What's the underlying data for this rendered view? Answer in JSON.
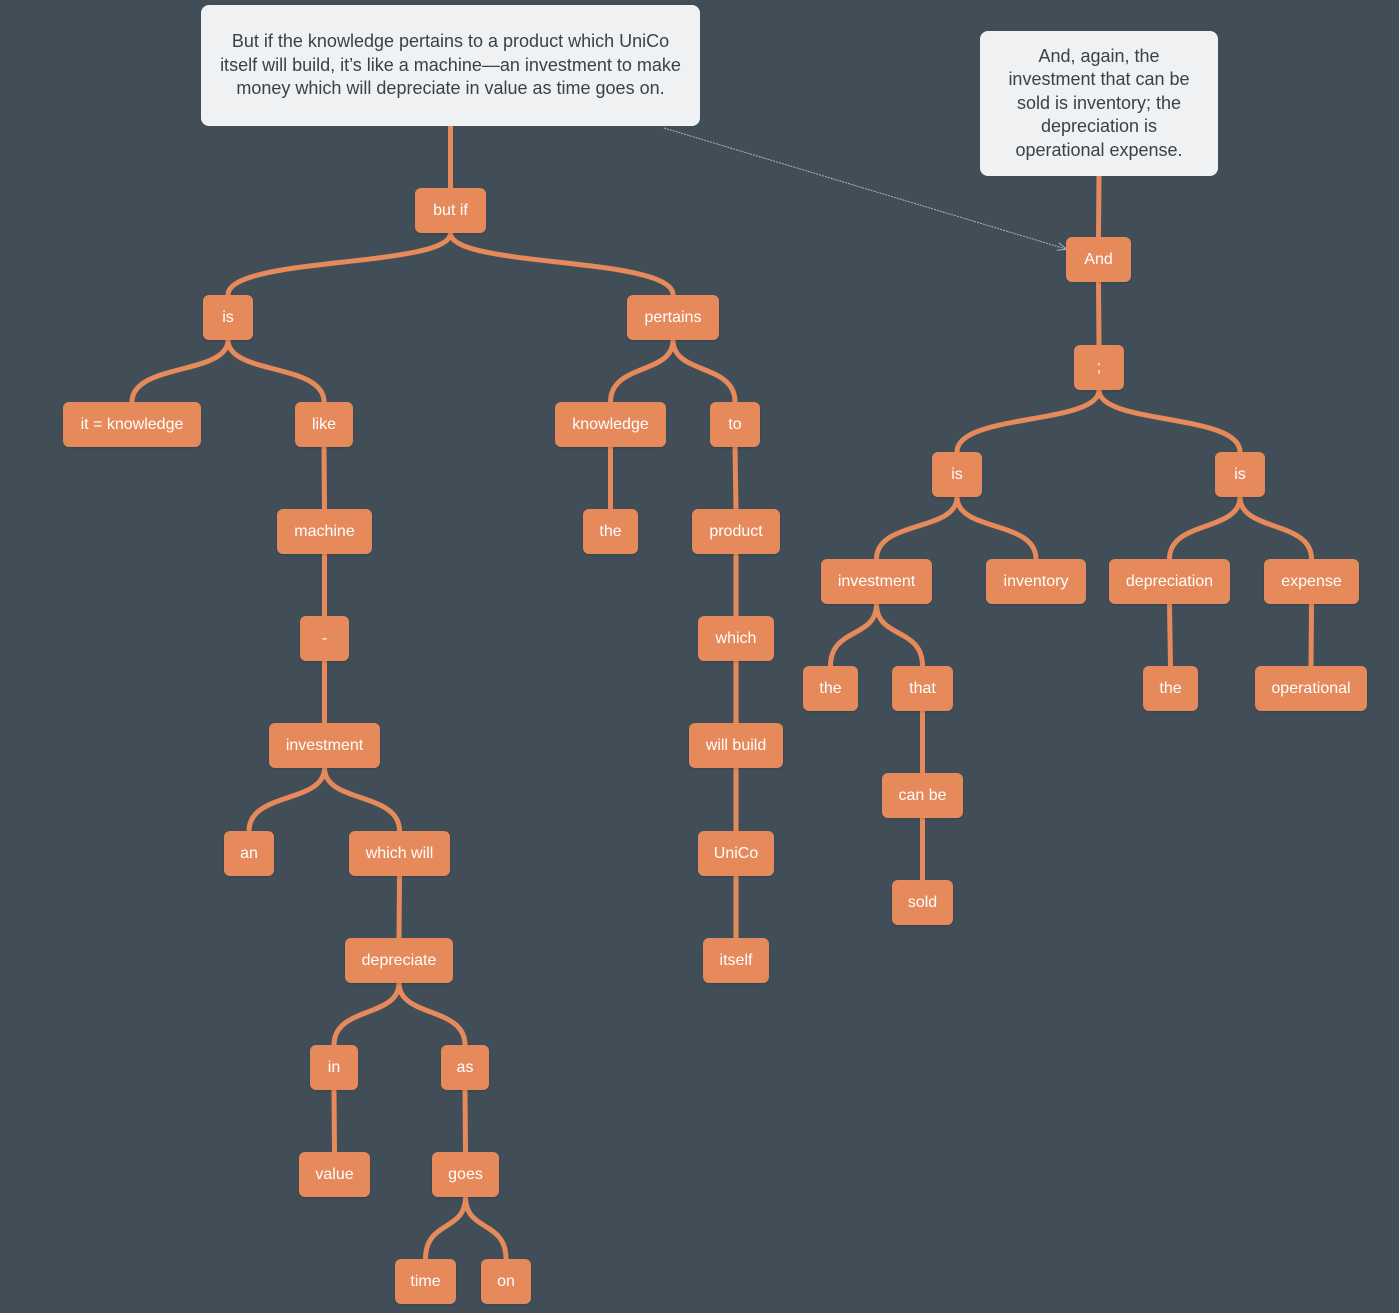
{
  "colors": {
    "background": "#414e58",
    "node_fill": "#e6895b",
    "node_text": "#ffffff",
    "edge": "#e6895b",
    "note_fill": "#eff1f3",
    "note_text": "#3b4148",
    "arrow": "#aab4bd"
  },
  "notes": {
    "left": "But if the knowledge pertains to a product which UniCo itself will build, it’s like a machine—an investment to make money which will depreciate in value as time goes on.",
    "right": "And, again, the investment that can be sold is inventory; the depreciation is operational expense."
  },
  "left_tree": {
    "root": "but if",
    "is": "is",
    "it_knowledge": "it = knowledge",
    "like": "like",
    "machine": "machine",
    "dash": "-",
    "investment": "investment",
    "an": "an",
    "which_will": "which will",
    "depreciate": "depreciate",
    "in": "in",
    "value": "value",
    "as": "as",
    "goes": "goes",
    "time": "time",
    "on": "on",
    "pertains": "pertains",
    "knowledge": "knowledge",
    "the": "the",
    "to": "to",
    "product": "product",
    "which": "which",
    "will_build": "will build",
    "unico": "UniCo",
    "itself": "itself"
  },
  "right_tree": {
    "root": "And",
    "semicolon": ";",
    "is_left": "is",
    "investment": "investment",
    "the_left": "the",
    "that": "that",
    "can_be": "can be",
    "sold": "sold",
    "inventory": "inventory",
    "is_right": "is",
    "depreciation": "depreciation",
    "the_right": "the",
    "expense": "expense",
    "operational": "operational"
  }
}
